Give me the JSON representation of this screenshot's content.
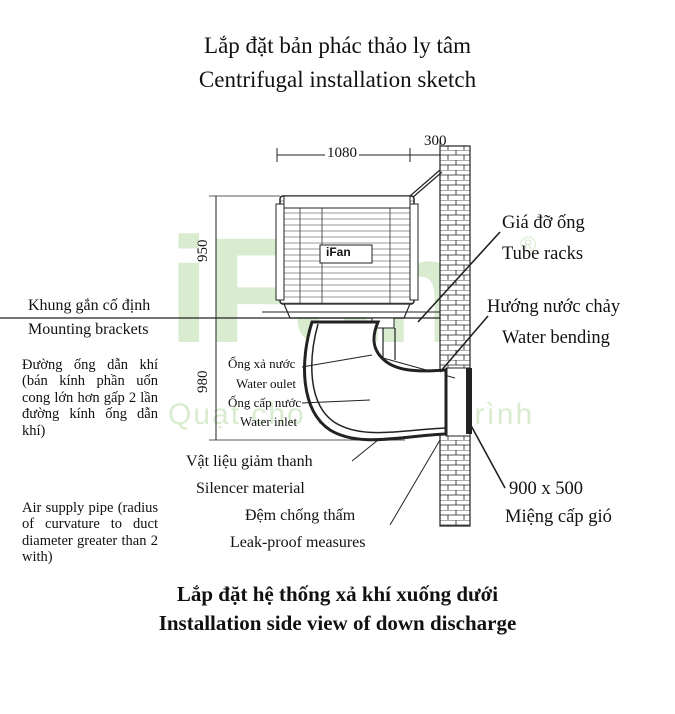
{
  "title": {
    "vi": "Lắp đặt bản phác thảo ly tâm",
    "en": "Centrifugal installation sketch"
  },
  "watermark": {
    "brand": "iFan",
    "registered": "®",
    "tagline": "Quạt cho mọi công trình",
    "color": "#d9ecd0"
  },
  "dimensions": {
    "width": "1080",
    "offset": "300",
    "height_unit": "950",
    "height_duct": "980",
    "opening": "900 x 500"
  },
  "unit_badge": "iFan",
  "labels": {
    "tube_racks_vi": "Giá đỡ ống",
    "tube_racks_en": "Tube racks",
    "water_bending_vi": "Hướng nước chảy",
    "water_bending_en": "Water bending",
    "mounting_vi": "Khung gắn cố định",
    "mounting_en": "Mounting brackets",
    "water_outlet_vi": "Ống xả nước",
    "water_outlet_en": "Water oulet",
    "water_inlet_vi": "Ống cấp nước",
    "water_inlet_en": "Water inlet",
    "silencer_vi": "Vật liệu giảm thanh",
    "silencer_en": "Silencer material",
    "leakproof_vi": "Đệm chống thấm",
    "leakproof_en": "Leak-proof measures",
    "air_supply_vi": "Miệng cấp gió"
  },
  "notes": {
    "vi": "Đường ống dẫn khí (bán kính phần uốn cong lớn hơn gấp 2 lần đường kính ống dẫn khí)",
    "en": "Air supply pipe (radius of curvature to duct diameter greater than 2 with)"
  },
  "caption": {
    "vi": "Lắp đặt hệ thống xả khí xuống dưới",
    "en": "Installation side view of down discharge"
  }
}
